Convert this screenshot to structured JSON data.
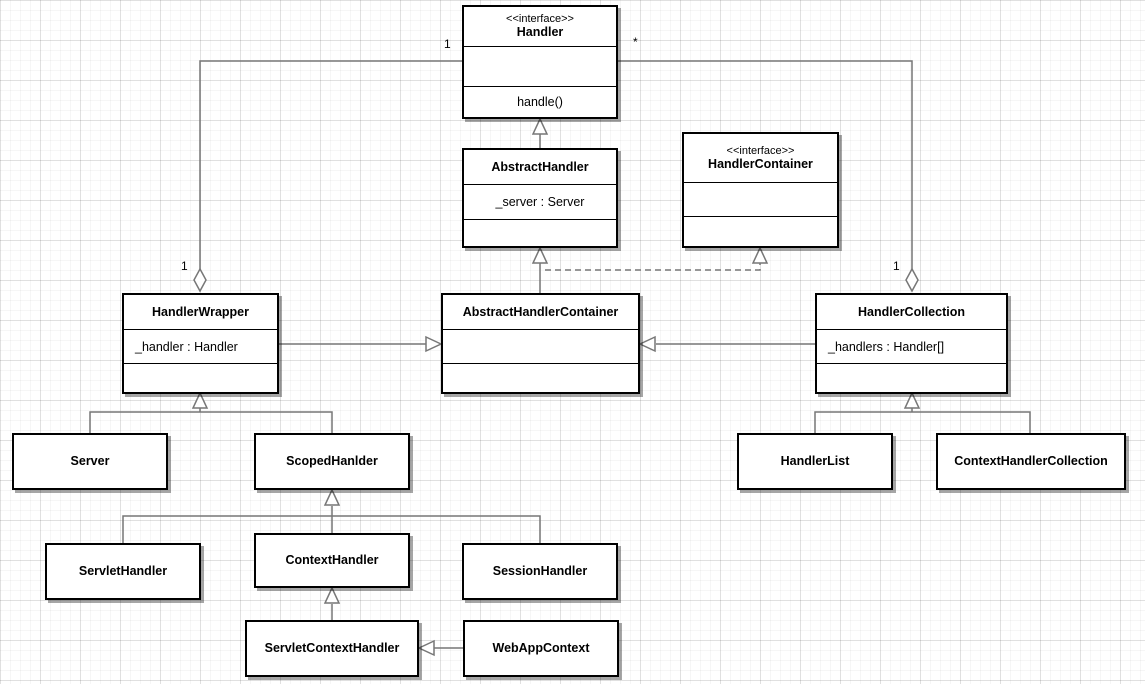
{
  "classes": {
    "handler": {
      "stereotype": "<<interface>>",
      "name": "Handler",
      "attrs": "",
      "ops": "handle()"
    },
    "abstract_handler": {
      "name": "AbstractHandler",
      "attrs": "_server : Server",
      "ops": ""
    },
    "handler_container": {
      "stereotype": "<<interface>>",
      "name": "HandlerContainer",
      "attrs": "",
      "ops": ""
    },
    "handler_wrapper": {
      "name": "HandlerWrapper",
      "attrs": "_handler : Handler",
      "ops": ""
    },
    "abstract_handler_container": {
      "name": "AbstractHandlerContainer",
      "attrs": "",
      "ops": ""
    },
    "handler_collection": {
      "name": "HandlerCollection",
      "attrs": "_handlers : Handler[]",
      "ops": ""
    },
    "server": {
      "name": "Server"
    },
    "scoped_handler": {
      "name": "ScopedHanlder"
    },
    "handler_list": {
      "name": "HandlerList"
    },
    "context_handler_collection": {
      "name": "ContextHandlerCollection"
    },
    "servlet_handler": {
      "name": "ServletHandler"
    },
    "context_handler": {
      "name": "ContextHandler"
    },
    "session_handler": {
      "name": "SessionHandler"
    },
    "servlet_context_handler": {
      "name": "ServletContextHandler"
    },
    "web_app_context": {
      "name": "WebAppContext"
    }
  },
  "multiplicities": {
    "wrapper_handler_end": "1",
    "wrapper_own_end": "1",
    "collection_handler_end": "*",
    "collection_own_end": "1"
  }
}
